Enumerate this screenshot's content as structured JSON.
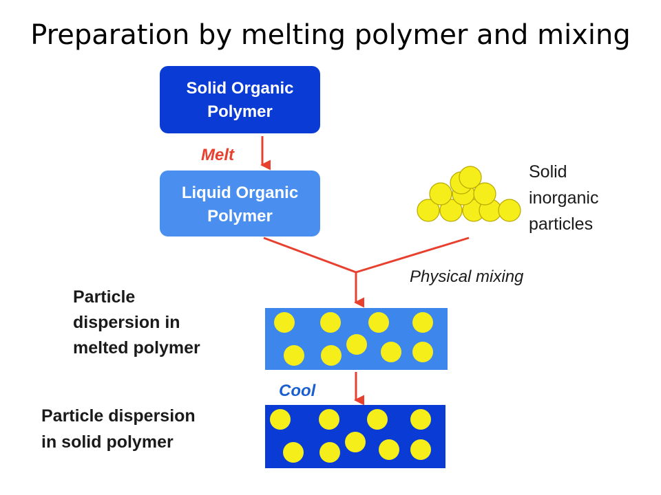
{
  "title": "Preparation by melting polymer and mixing",
  "boxes": {
    "solid_polymer": [
      "Solid Organic",
      "Polymer"
    ],
    "liquid_polymer": [
      "Liquid Organic",
      "Polymer"
    ]
  },
  "steps": {
    "melt": "Melt",
    "physical_mixing": "Physical mixing",
    "cool": "Cool"
  },
  "particles_label": [
    "Solid",
    "inorganic",
    "particles"
  ],
  "dispersions": {
    "melted": [
      "Particle",
      "dispersion in",
      "melted polymer"
    ],
    "solid": [
      "Particle dispersion",
      "in solid polymer"
    ]
  },
  "colors": {
    "solid_box": "#0a3bd4",
    "liquid_box": "#4a8ff0",
    "particle_fill": "#f6ee1a",
    "particle_stroke": "#b8a800",
    "arrow": "#e8402f",
    "melted_matrix": "#3d86ec",
    "solid_matrix": "#0a3bd4"
  }
}
